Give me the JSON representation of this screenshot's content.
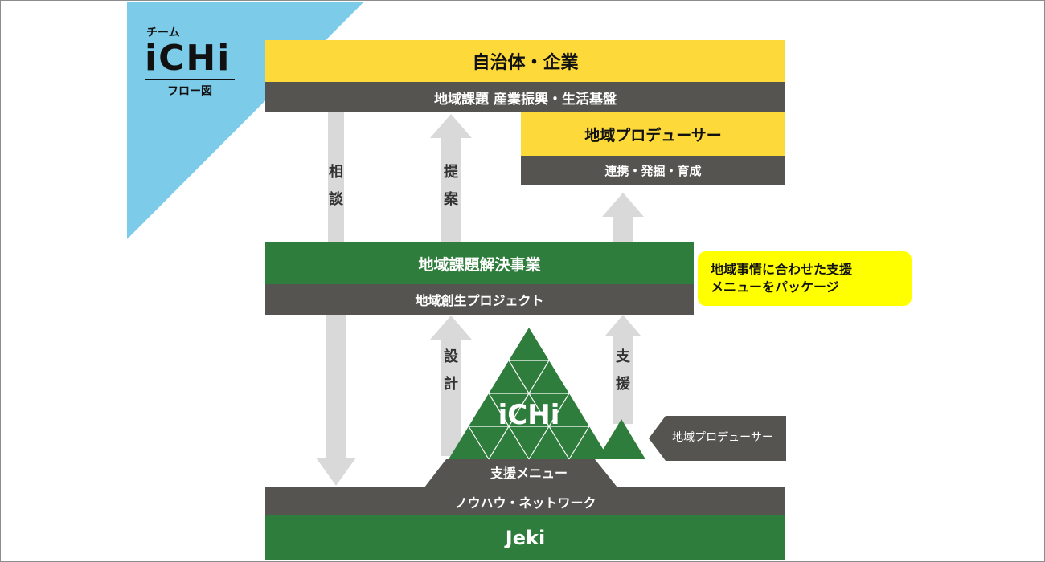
{
  "logo": {
    "small": "チーム",
    "big": "iCHi",
    "caption": "フロー図"
  },
  "top": {
    "title": "自治体・企業",
    "subtitle": "地域課題 産業振興・生活基盤"
  },
  "producer_top": {
    "title": "地域プロデューサー",
    "subtitle": "連携・発掘・育成"
  },
  "middle": {
    "title": "地域課題解決事業",
    "subtitle": "地域創生プロジェクト"
  },
  "note": {
    "line1": "地域事情に合わせた支援",
    "line2": "メニューをパッケージ"
  },
  "arrows": {
    "consult": [
      "相",
      "談"
    ],
    "propose": [
      "提",
      "案"
    ],
    "design": [
      "設",
      "計"
    ],
    "support": [
      "支",
      "援"
    ]
  },
  "pyramid": {
    "label": "iCHi"
  },
  "producer_tag": "地域プロデューサー",
  "bottom": {
    "menu": "支援メニュー",
    "knowhow": "ノウハウ・ネットワーク",
    "org": "Jeki"
  },
  "colors": {
    "yellow": "#fdd93a",
    "dark": "#565450",
    "green": "#2f7d3c",
    "blue": "#7ccbe9",
    "arrow": "#d9d9d9",
    "note": "#ffff00"
  }
}
